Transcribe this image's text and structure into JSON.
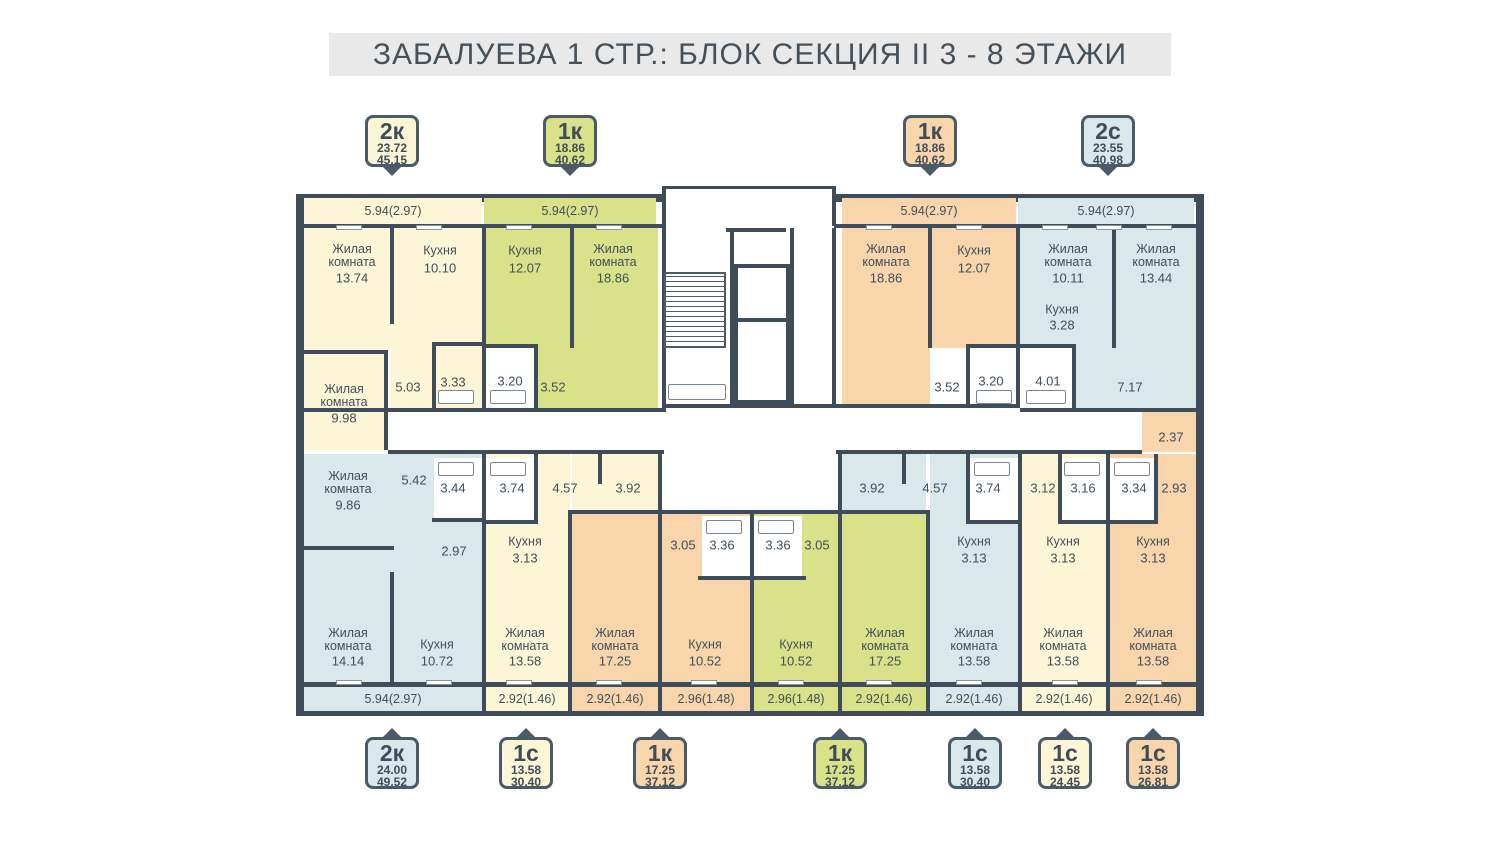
{
  "title": "ЗАБАЛУЕВА 1 СТР.: БЛОК СЕКЦИЯ  II  3 - 8 ЭТАЖИ",
  "colors": {
    "yellow": "#fdf6d6",
    "green": "#d9e288",
    "orange": "#f9d5ac",
    "blue": "#d9e8ea",
    "wall": "#3e4d59"
  },
  "badges_top": [
    {
      "type": "2к",
      "living": "23.72",
      "total": "45.15",
      "color": "#fdf6d6"
    },
    {
      "type": "1к",
      "living": "18.86",
      "total": "40.62",
      "color": "#d9e288"
    },
    {
      "type": "1к",
      "living": "18.86",
      "total": "40.62",
      "color": "#f9d5ac"
    },
    {
      "type": "2с",
      "living": "23.55",
      "total": "40.98",
      "color": "#d9e8ea"
    }
  ],
  "badges_bottom": [
    {
      "type": "2к",
      "living": "24.00",
      "total": "49.52",
      "color": "#d9e8ea"
    },
    {
      "type": "1с",
      "living": "13.58",
      "total": "30.40",
      "color": "#fdf6d6"
    },
    {
      "type": "1к",
      "living": "17.25",
      "total": "37.12",
      "color": "#f9d5ac"
    },
    {
      "type": "1к",
      "living": "17.25",
      "total": "37.12",
      "color": "#d9e288"
    },
    {
      "type": "1с",
      "living": "13.58",
      "total": "30.40",
      "color": "#d9e8ea"
    },
    {
      "type": "1с",
      "living": "13.58",
      "total": "24.45",
      "color": "#fdf6d6"
    },
    {
      "type": "1с",
      "living": "13.58",
      "total": "26.81",
      "color": "#f9d5ac"
    }
  ],
  "balconies_top": [
    "5.94(2.97)",
    "5.94(2.97)",
    "5.94(2.97)",
    "5.94(2.97)"
  ],
  "balconies_bottom": [
    "5.94(2.97)",
    "2.92(1.46)",
    "2.92(1.46)",
    "2.96(1.48)",
    "2.96(1.48)",
    "2.92(1.46)",
    "2.92(1.46)",
    "2.92(1.46)",
    "2.92(1.46)"
  ],
  "labels": {
    "living": "Жилая\nкомната",
    "kitchen": "Кухня"
  },
  "rooms": {
    "a1_l1": "13.74",
    "a1_k": "10.10",
    "a1_l2": "9.98",
    "a1_h": "5.03",
    "a1_b1": "3.33",
    "a1_b2": "3.20",
    "a2_k": "12.07",
    "a2_l": "18.86",
    "a2_h": "3.52",
    "a3_l": "18.86",
    "a3_k": "12.07",
    "a3_h": "3.52",
    "a3_b": "3.20",
    "a4_l1": "10.11",
    "a4_k": "3.28",
    "a4_l2": "13.44",
    "a4_b": "4.01",
    "a4_h": "7.17",
    "b1_l1": "9.86",
    "b1_h": "5.42",
    "b1_b": "3.44",
    "b1_h2": "2.97",
    "b1_l2": "14.14",
    "b1_k": "10.72",
    "b2_b": "3.74",
    "b2_k": "3.13",
    "b2_l": "13.58",
    "b2_h": "4.57",
    "b3_h": "3.92",
    "b3_l": "17.25",
    "b4_h": "3.05",
    "b4_b": "3.36",
    "b4_k": "10.52",
    "b5_b": "3.36",
    "b5_h": "3.05",
    "b5_k": "10.52",
    "b6_h": "3.92",
    "b6_l": "17.25",
    "b7_h": "4.57",
    "b7_b": "3.74",
    "b7_k": "3.13",
    "b7_l": "13.58",
    "b8_h": "3.12",
    "b8_b": "3.16",
    "b8_k": "3.13",
    "b8_l": "13.58",
    "b9_b": "3.34",
    "b9_h": "2.93",
    "b9_h2": "2.37",
    "b9_k": "3.13",
    "b9_l": "13.58"
  }
}
